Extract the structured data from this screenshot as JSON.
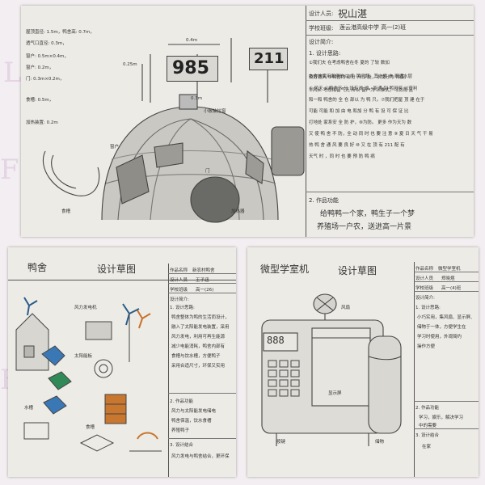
{
  "top_sheet": {
    "designer_label": "设计人员:",
    "designer_name": "祝山湛",
    "class_label": "学校班级:",
    "class_value": "莲云港高级中学 高一(2)班",
    "intro_label": "设计简介:",
    "idea_label": "1. 设计思路:",
    "idea_lines": [
      "①我们夫 在考虑鸭舍在冬 夏的 了较 数加",
      "本舍的实用和例的以 冬 风问题。其宁爱 自 雨通水层",
      "②风从 考虑雨窗气光 所以 窗户为 上推式，可防雨 且",
      "较好通风 ③鸭舍内 部分 开口 处，冰成分为 鸭蛋。",
      "⑥ 风天 山鸭舍下 分 设有滤 滤，能通 到 鸭可可 以获利",
      "和一和 鸭舍的 全 仓 部以 为 鸭 只。⑦我们把屋 顶 建 在于",
      "可能 可能 和 加 由 电 和加 分 鸭 有 设 可 保 证 比",
      "打地处 家系安 全 防 护，⑧为防。 更多 作为天为 数",
      "又 使 鸭 舍 不 防，全 动 同 时 也 要 注 意 ⑨ 夏 日 天 气 干 易",
      "热 鸭 舍 通 风 要 良 好 ⑩ 又 在 顶 有 211 配 有",
      "天气 时 ，同 时 也 要 预 防 鸭 病"
    ],
    "function_label": "2. 作品功能",
    "function_lines": [
      "给鸭鸭一个家，鸭生子一个梦",
      "养殖场一户农，送进高一片景"
    ],
    "sign_left": "985",
    "sign_right": "211",
    "notes_left": [
      "屋顶直径: 1.5m，鸭舍高: 0.7m，",
      "透气口直径: 0.3m，",
      "窗户: 0.5m×0.4m，",
      "窗户: 0.2m，",
      "门: 0.3m×0.2m，",
      "食槽: 0.5m，",
      "加热装置: 0.2m"
    ],
    "dim_04": "0.4m",
    "dim_025": "0.25m",
    "dim_03": "0.3m",
    "annot_vent": "小板抽拉窗",
    "annot_door": "门",
    "annot_heat": "加热器",
    "annot_trough": "食槽",
    "annot_window": "窗户"
  },
  "left_sheet": {
    "title": "鸭舍",
    "heading": "设计草图",
    "name_label": "作品名称",
    "name_value": "新农村鸭舍",
    "person_label": "设计人员",
    "person_value": "王子涵",
    "class_label": "学校班级",
    "class_value": "高一(26)",
    "intro_label": "设计简介:",
    "idea_label": "1. 设计思路:",
    "idea_lines": [
      "鸭舍整体为鸭的生活而设计，",
      "融入了太阳能发电装置，采用",
      "风力发电，利用可再生能源",
      "减少电能消耗，鸭舍内部有",
      "食槽与饮水槽，方便鸭子",
      "采用合适尺寸，环保又实用"
    ],
    "function_label": "2. 作品功能",
    "function_lines": [
      "风力与太阳能发电储电",
      "鸭舍保温，饮水食槽",
      "养殖鸭子"
    ],
    "combo_label": "3. 设计结合",
    "combo_value": "风力发电与鸭舍结合，更环保",
    "annot_wind": "风力发电机",
    "annot_solar": "太阳能板",
    "annot_water": "水槽",
    "annot_food": "食槽"
  },
  "right_sheet": {
    "title": "微型学室机",
    "heading": "设计草图",
    "name_label": "作品名称",
    "name_value": "微型学室机",
    "person_label": "设计人员",
    "person_value": "郑晓煜",
    "class_label": "学校班级",
    "class_value": "高一(4)班",
    "intro_label": "设计简介:",
    "idea_label": "1. 设计思路:",
    "idea_lines": [
      "小巧实用，集风扇、显示屏、",
      "储物于一体，方便学生在",
      "学习时使用，外观简约",
      "操作方便"
    ],
    "function_label": "2. 作品功能",
    "function_lines": [
      "学习，娱乐，解决学习",
      "中的需要"
    ],
    "combo_label": "3. 设计结合",
    "combo_value": "在家",
    "screen_digits": "888",
    "annot_fan": "风扇",
    "annot_screen": "显示屏",
    "annot_storage": "储物",
    "annot_keys": "按键"
  }
}
